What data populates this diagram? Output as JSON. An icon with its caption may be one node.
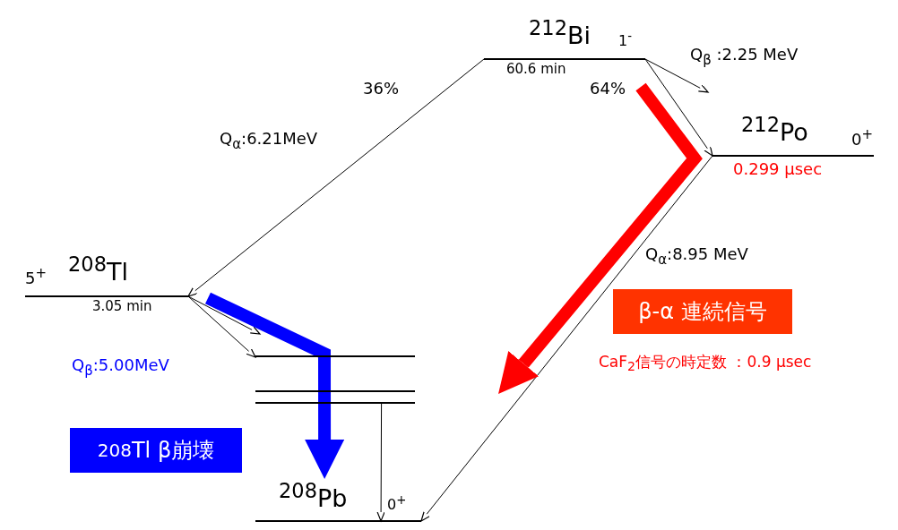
{
  "diagram": {
    "nodes": [
      {
        "text": [
          "$^{212}$Bi",
          "1$^{-}$"
        ],
        "beside": [
          "60.6 min"
        ]
      },
      {
        "text": [
          "$^{212}$Po",
          "0$^{+}$"
        ],
        "beside": [
          "0.299 µsec"
        ]
      },
      {
        "text": [
          "5$^{+}$",
          "$^{208}$Tl"
        ],
        "beside": [
          "3.05 min"
        ]
      },
      {
        "text": [],
        "shape": "line"
      },
      {
        "text": [],
        "shape": "line"
      },
      {
        "text": [],
        "shape": "line"
      },
      {
        "text": [
          "$^{208}$Pb",
          "0$^{+}$"
        ]
      },
      {
        "text": [
          "$^{208}$Tl β崩壊"
        ]
      },
      {
        "text": [
          "β-α 連続信号"
        ]
      }
    ],
    "edges": [
      {
        "from": 0,
        "to": 2,
        "arrow": "to",
        "label": "36%"
      },
      {
        "from": 0,
        "to": null,
        "arrow": "to",
        "label": "Q$_{β}$ :2.25 MeV"
      },
      {
        "from": 0,
        "to": 1,
        "arrow": "to"
      },
      {
        "from": 1,
        "to": 6,
        "arrow": "to",
        "label": "Q$_{α}$:8.95 MeV"
      },
      {
        "from": 2,
        "to": null,
        "arrow": "to"
      },
      {
        "from": 2,
        "to": 3,
        "arrow": "to"
      },
      {
        "from": 5,
        "to": 6,
        "arrow": "to"
      },
      {
        "from": 0,
        "to": null,
        "arrow": "to",
        "style": "thick",
        "color": "#ff0000"
      },
      {
        "from": 2,
        "to": 6,
        "arrow": "to",
        "style": "thick",
        "color": "#0000ff"
      }
    ],
    "labels": [
      "Q$_{α}$:6.21MeV",
      "64%",
      "Q$_{β}$:5.00MeV",
      "CaF$_{2}$信号の時定数 ：0.9 µsec"
    ]
  }
}
